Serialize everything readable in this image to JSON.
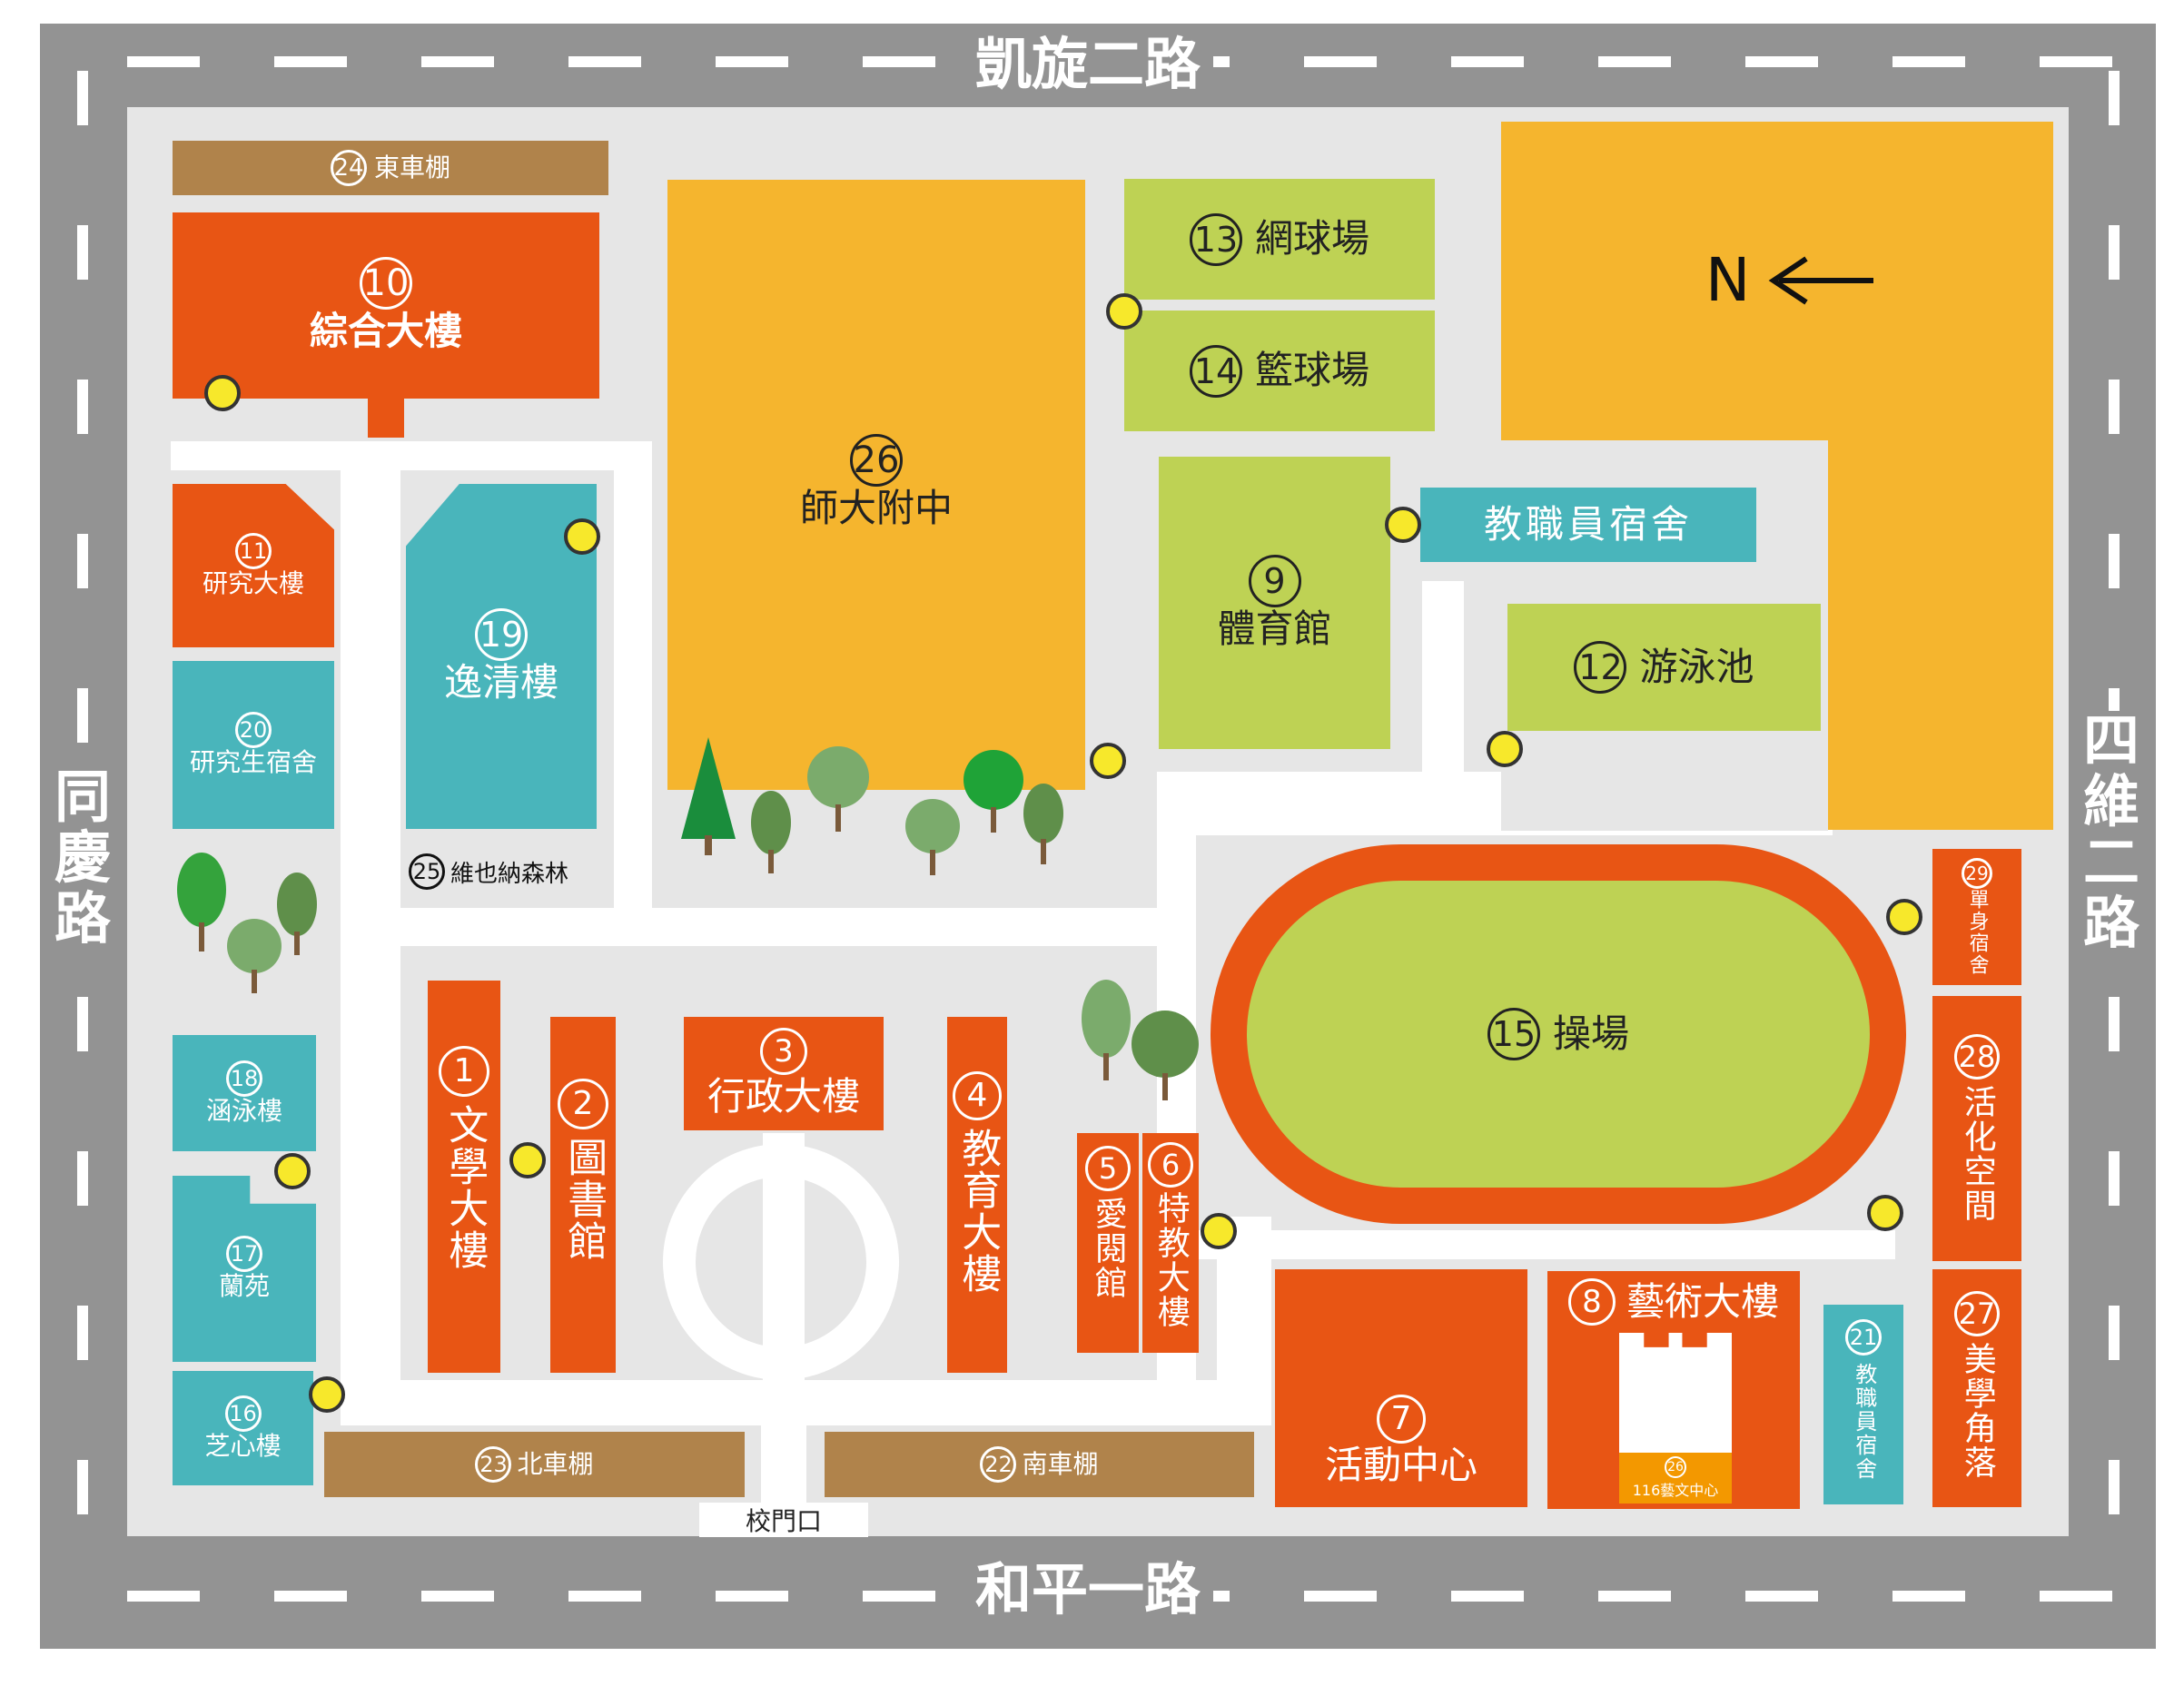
{
  "roads": {
    "north": "凱旋二路",
    "south": "和平一路",
    "west": "同慶路",
    "east": "四維二路"
  },
  "compass": {
    "letter": "N"
  },
  "gate": {
    "label": "校門口"
  },
  "buildings": [
    {
      "id": "b24",
      "num": "24",
      "name": "東車棚"
    },
    {
      "id": "b10",
      "num": "10",
      "name": "綜合大樓"
    },
    {
      "id": "b26a",
      "num": "26",
      "name": "師大附中"
    },
    {
      "id": "b13",
      "num": "13",
      "name": "網球場"
    },
    {
      "id": "b14",
      "num": "14",
      "name": "籃球場"
    },
    {
      "id": "b11",
      "num": "11",
      "name": "研究大樓"
    },
    {
      "id": "b19",
      "num": "19",
      "name": "逸清樓"
    },
    {
      "id": "b9",
      "num": "9",
      "name": "體育館"
    },
    {
      "id": "bstaff",
      "num": "",
      "name": "教職員宿舍"
    },
    {
      "id": "b12",
      "num": "12",
      "name": "游泳池"
    },
    {
      "id": "b20",
      "num": "20",
      "name": "研究生宿舍"
    },
    {
      "id": "b25",
      "num": "25",
      "name": "維也納森林"
    },
    {
      "id": "b29",
      "num": "29",
      "name": "單身宿舍"
    },
    {
      "id": "b15",
      "num": "15",
      "name": "操場"
    },
    {
      "id": "b1",
      "num": "1",
      "name": "文學大樓"
    },
    {
      "id": "b2",
      "num": "2",
      "name": "圖書館"
    },
    {
      "id": "b3",
      "num": "3",
      "name": "行政大樓"
    },
    {
      "id": "b4",
      "num": "4",
      "name": "教育大樓"
    },
    {
      "id": "b18",
      "num": "18",
      "name": "涵泳樓"
    },
    {
      "id": "b28",
      "num": "28",
      "name": "活化空間"
    },
    {
      "id": "b5",
      "num": "5",
      "name": "愛閱館"
    },
    {
      "id": "b6",
      "num": "6",
      "name": "特教大樓"
    },
    {
      "id": "b17",
      "num": "17",
      "name": "蘭苑"
    },
    {
      "id": "b8",
      "num": "8",
      "name": "藝術大樓"
    },
    {
      "id": "b7",
      "num": "7",
      "name": "活動中心"
    },
    {
      "id": "b26b",
      "num": "26",
      "name": "116藝文中心"
    },
    {
      "id": "b21",
      "num": "21",
      "name": "教職員宿舍"
    },
    {
      "id": "b27",
      "num": "27",
      "name": "美學角落"
    },
    {
      "id": "b16",
      "num": "16",
      "name": "芝心樓"
    },
    {
      "id": "b23",
      "num": "23",
      "name": "北車棚"
    },
    {
      "id": "b22",
      "num": "22",
      "name": "南車棚"
    }
  ],
  "colors": {
    "road": "#939393",
    "campus": "#e6e6e6",
    "orange": "#e85514",
    "teal": "#49b5bb",
    "green": "#bed254",
    "brown": "#b0834b",
    "gold": "#f5b52e",
    "marker": "#f7e82b"
  }
}
